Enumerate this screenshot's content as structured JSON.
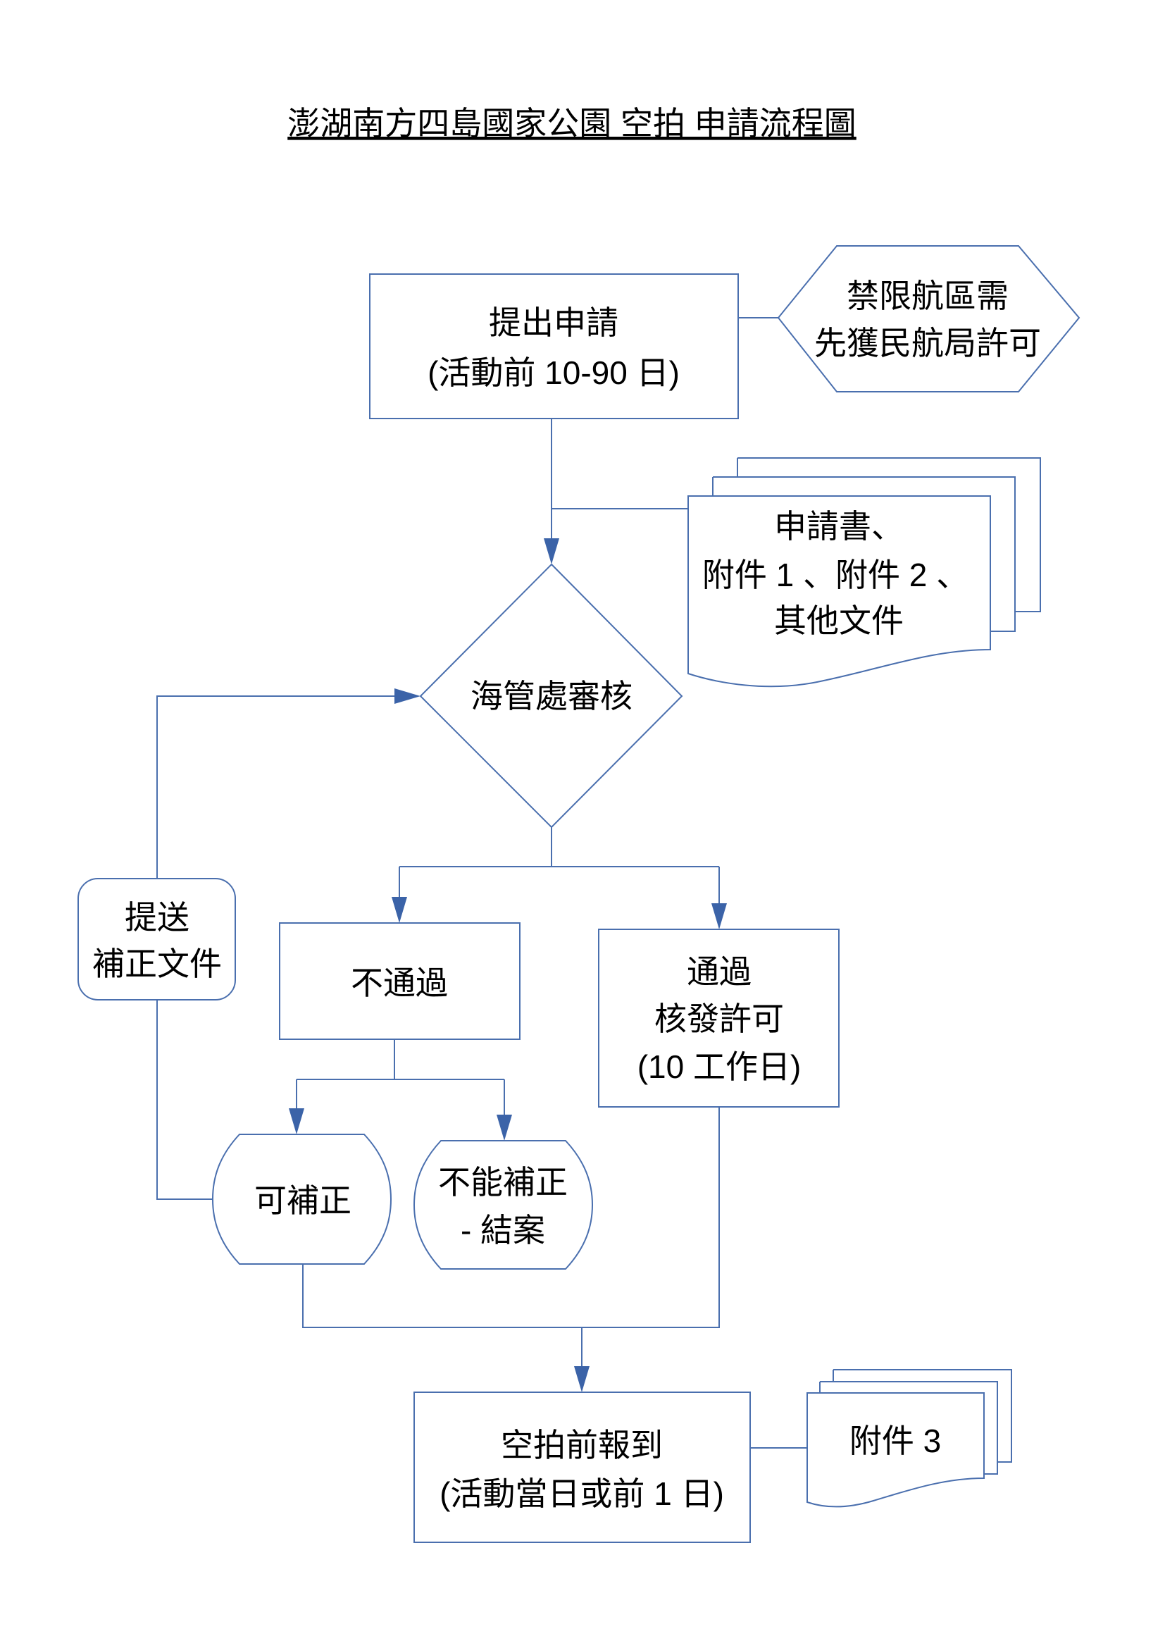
{
  "title": "澎湖南方四島國家公園 空拍 申請流程圖",
  "nodes": {
    "submit_application": {
      "line1": "提出申請",
      "line2": "(活動前 10-90 日)"
    },
    "restricted_airspace": {
      "line1": "禁限航區需",
      "line2": "先獲民航局許可"
    },
    "documents": {
      "line1": "申請書、",
      "line2": "附件 1 、附件 2 、",
      "line3": "其他文件"
    },
    "review": {
      "line1": "海管處審核"
    },
    "rejected": {
      "line1": "不通過"
    },
    "approved": {
      "line1": "通過",
      "line2": "核發許可",
      "line3": "(10 工作日)"
    },
    "resubmit": {
      "line1": "提送",
      "line2": "補正文件"
    },
    "correctable": {
      "line1": "可補正"
    },
    "not_correctable": {
      "line1": "不能補正",
      "line2": "- 結案"
    },
    "check_in": {
      "line1": "空拍前報到",
      "line2": "(活動當日或前 1 日)"
    },
    "attachment3": {
      "line1": "附件 3"
    }
  },
  "colors": {
    "stroke": "#4A6FAE",
    "arrow": "#3B63A8",
    "text": "#000000",
    "background": "#ffffff"
  }
}
